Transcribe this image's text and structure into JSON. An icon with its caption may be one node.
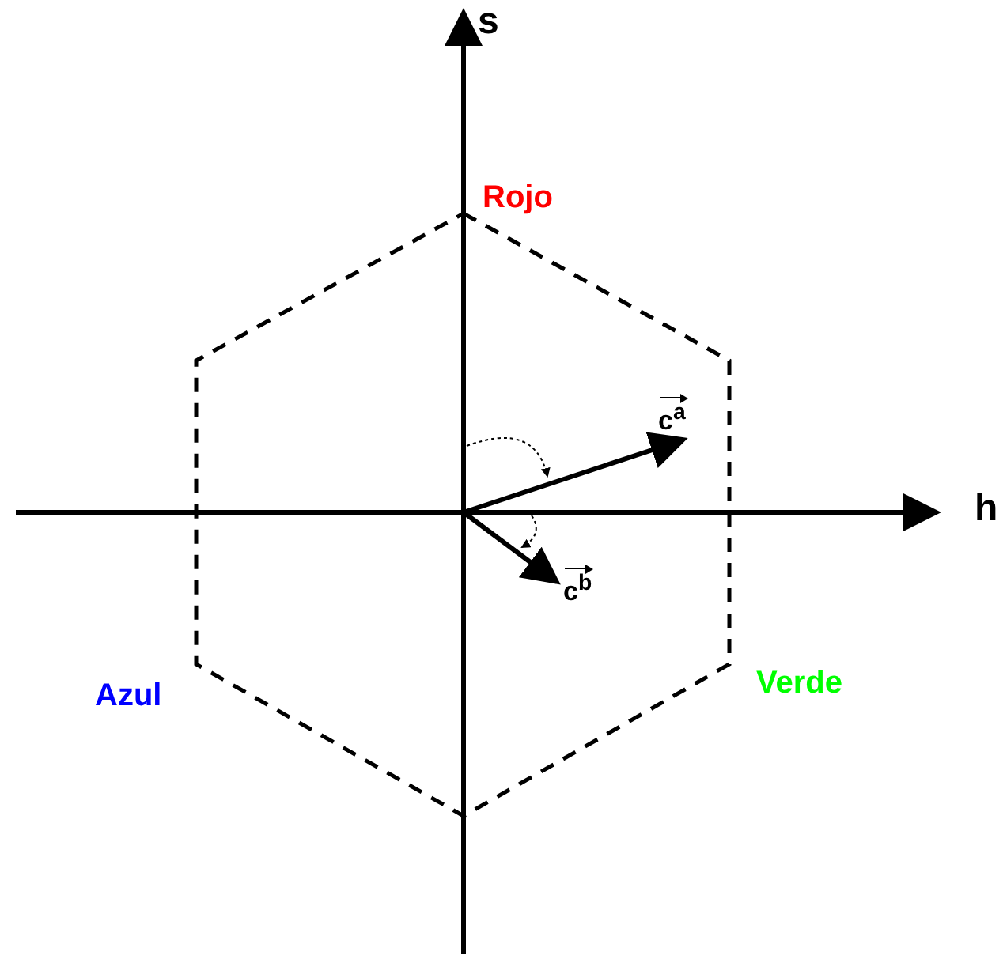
{
  "diagram": {
    "labels": [
      "s",
      "Rojo",
      "c$^{a}$",
      "h",
      "c$^{b}$",
      "Azul",
      "Verde"
    ]
  }
}
